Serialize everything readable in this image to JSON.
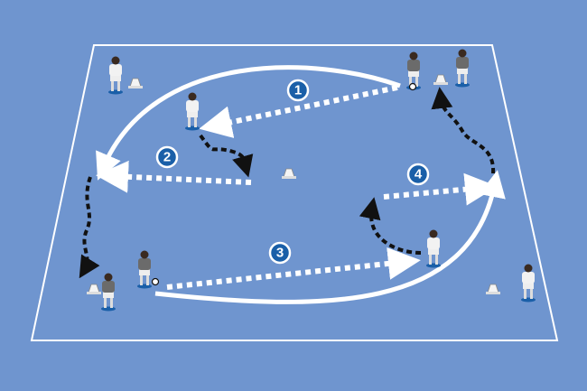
{
  "diagram": {
    "colors": {
      "pitch": "#6f95cf",
      "lines": "#ffffff",
      "pass_arrow": "#ffffff",
      "run_arrow": "#111111",
      "badge_fill": "#1a5fa8",
      "team_light": "#f2f2f2",
      "team_dark": "#6b6b6b"
    },
    "steps": [
      {
        "label": "1"
      },
      {
        "label": "2"
      },
      {
        "label": "3"
      },
      {
        "label": "4"
      }
    ],
    "icons": [
      "player-icon",
      "cone-icon",
      "ball-icon"
    ]
  }
}
